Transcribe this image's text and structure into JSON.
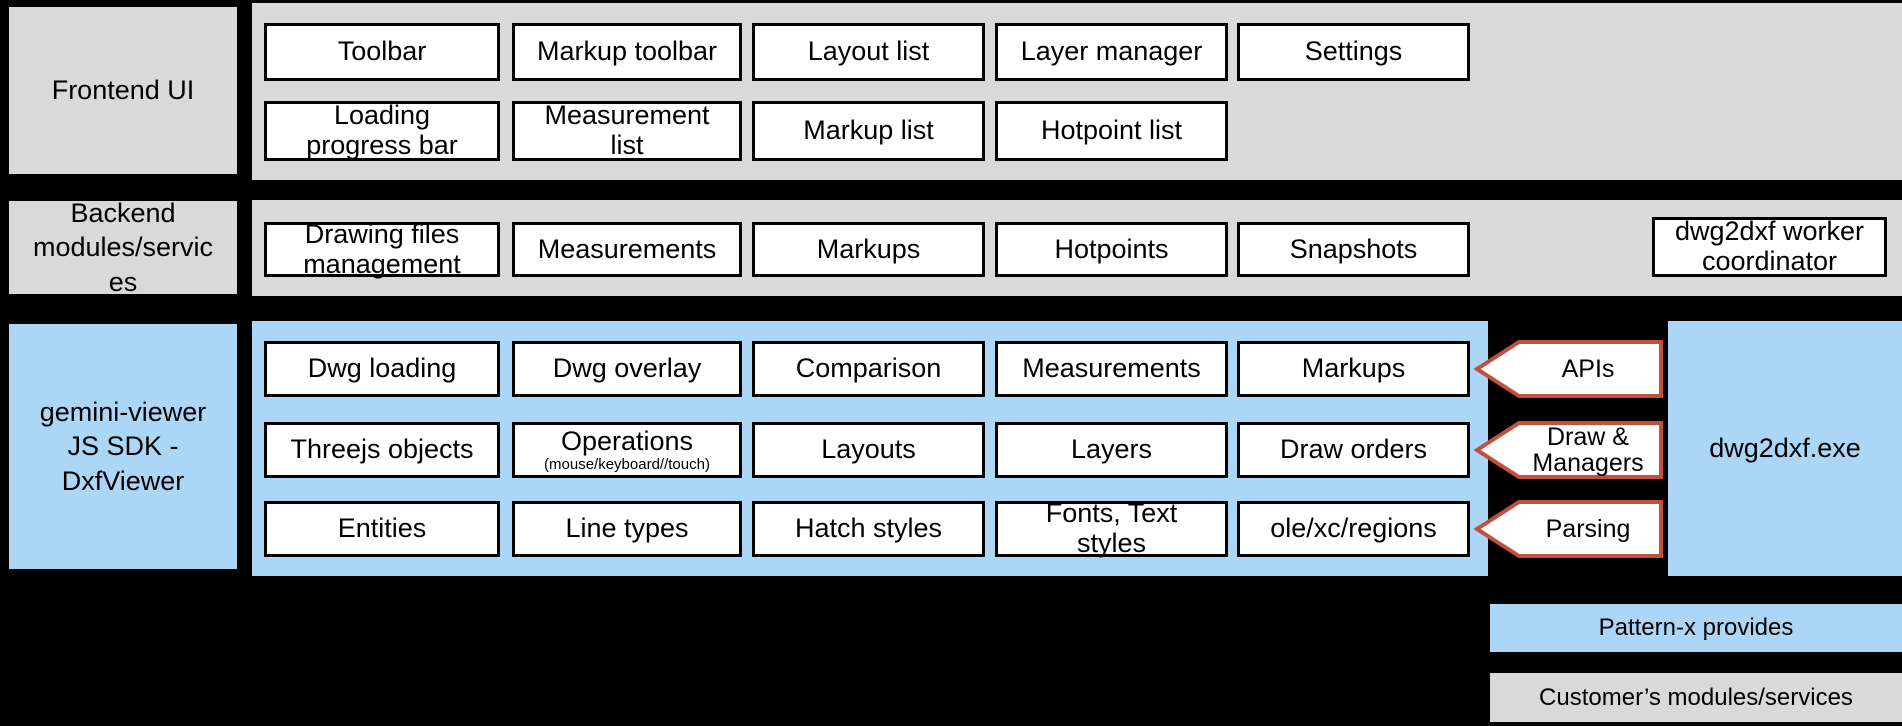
{
  "colors": {
    "background": "#000000",
    "gray": "#d9d9d9",
    "blue": "#abd6f5",
    "box_bg": "#ffffff",
    "box_border": "#000000",
    "arrow_border": "#c1503e"
  },
  "bands": {
    "frontend": {
      "label": "Frontend UI",
      "rows": [
        [
          "Toolbar",
          "Markup toolbar",
          "Layout list",
          "Layer manager",
          "Settings"
        ],
        [
          "Loading\nprogress bar",
          "Measurement\nlist",
          "Markup list",
          "Hotpoint list"
        ]
      ]
    },
    "backend": {
      "label": "Backend\nmodules/servic\nes",
      "boxes": [
        "Drawing files\nmanagement",
        "Measurements",
        "Markups",
        "Hotpoints",
        "Snapshots"
      ],
      "coordinator": "dwg2dxf worker\ncoordinator"
    },
    "sdk": {
      "label": "gemini-viewer\nJS SDK -\nDxfViewer",
      "rows": [
        [
          "Dwg loading",
          "Dwg overlay",
          "Comparison",
          "Measurements",
          "Markups"
        ],
        [
          "Threejs objects",
          "Operations",
          "Layouts",
          "Layers",
          "Draw orders"
        ],
        [
          "Entities",
          "Line types",
          "Hatch styles",
          "Fonts, Text\nstyles",
          "ole/xc/regions"
        ]
      ],
      "operations_sub": "(mouse/keyboard//touch)",
      "arrows": [
        "APIs",
        "Draw &\nManagers",
        "Parsing"
      ],
      "exe": "dwg2dxf.exe"
    }
  },
  "legend": {
    "items": [
      {
        "label": "Pattern-x provides",
        "style": "blue"
      },
      {
        "label": "Customer’s modules/services",
        "style": "gray"
      }
    ]
  }
}
